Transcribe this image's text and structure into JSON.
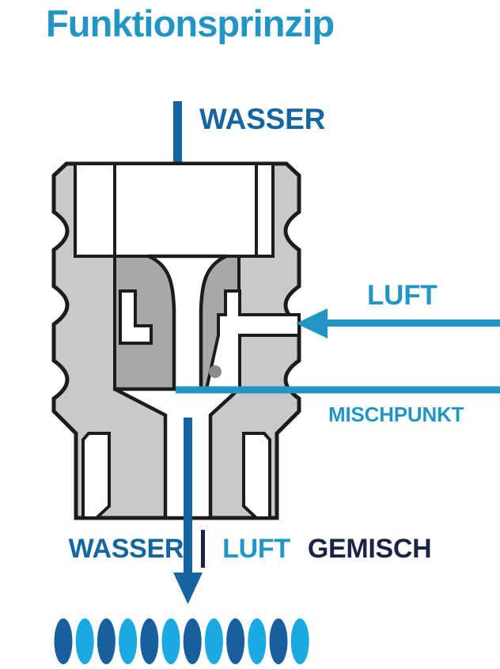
{
  "page": {
    "title": "Funktionsprinzip",
    "background_color": "#ffffff"
  },
  "colors": {
    "title_cyan": "#2196c4",
    "water_blue": "#1565a0",
    "air_cyan": "#2196c4",
    "mix_navy": "#1b2447",
    "outline": "#1c1c1c",
    "body_gray": "#c9c9c9",
    "insert_gray": "#a8a8a8",
    "channel_white": "#ffffff",
    "droplet_dark": "#17609b",
    "droplet_light": "#1aa9e0"
  },
  "annotations": {
    "water_inlet": {
      "label": "WASSER",
      "arrow_direction": "down",
      "arrow_color": "#1565a0"
    },
    "air_inlet": {
      "label": "LUFT",
      "arrow_direction": "left",
      "arrow_color": "#2196c4"
    },
    "mixing_point": {
      "label": "MISCHPUNKT",
      "leader_color": "#2196c4"
    },
    "outlet": {
      "arrow_direction": "down",
      "arrow_color": "#1565a0"
    }
  },
  "legend": {
    "items": [
      {
        "label": "WASSER",
        "color": "#1565a0"
      },
      {
        "label": "LUFT",
        "color": "#2196c4"
      },
      {
        "label": "GEMISCH",
        "color": "#1b2447"
      }
    ],
    "divider_color": "#1b2447"
  },
  "spray_pattern": {
    "count": 12,
    "colors": [
      "#17609b",
      "#1aa9e0",
      "#17609b",
      "#1aa9e0",
      "#17609b",
      "#1aa9e0",
      "#17609b",
      "#1aa9e0",
      "#17609b",
      "#1aa9e0",
      "#17609b",
      "#1aa9e0"
    ]
  },
  "device": {
    "type": "cross-section",
    "name": "aerator-venturi-nozzle",
    "features": [
      "threaded-outer-body",
      "venturi-inner-insert",
      "air-intake-port",
      "mixing-chamber",
      "outlet-bore"
    ]
  }
}
